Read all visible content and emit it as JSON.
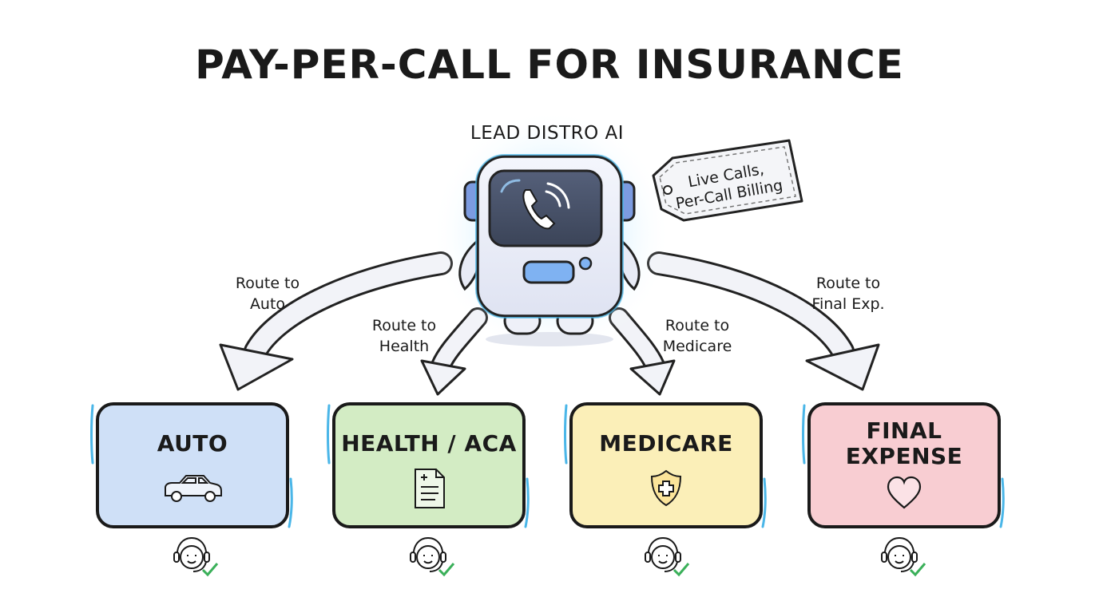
{
  "title": "PAY-PER-CALL FOR INSURANCE",
  "hub": {
    "label": "LEAD DISTRO AI",
    "icon": "robot-phone-icon",
    "tag": {
      "line1": "Live Calls,",
      "line2": "Per-Call Billing"
    }
  },
  "routes": [
    {
      "line1": "Route to",
      "line2": "Auto"
    },
    {
      "line1": "Route to",
      "line2": "Health"
    },
    {
      "line1": "Route to",
      "line2": "Medicare"
    },
    {
      "line1": "Route to",
      "line2": "Final Exp."
    }
  ],
  "categories": [
    {
      "line1": "AUTO",
      "line2": "",
      "icon": "car-icon",
      "color": "#cfe0f7"
    },
    {
      "line1": "HEALTH / ACA",
      "line2": "",
      "icon": "medical-document-icon",
      "color": "#d3ecc4"
    },
    {
      "line1": "MEDICARE",
      "line2": "",
      "icon": "shield-cross-icon",
      "color": "#fbefb8"
    },
    {
      "line1": "FINAL",
      "line2": "EXPENSE",
      "icon": "heart-icon",
      "color": "#f8cdd2"
    }
  ],
  "agent_icon": "agent-headset-check-icon",
  "accent": "#4ab6e8"
}
